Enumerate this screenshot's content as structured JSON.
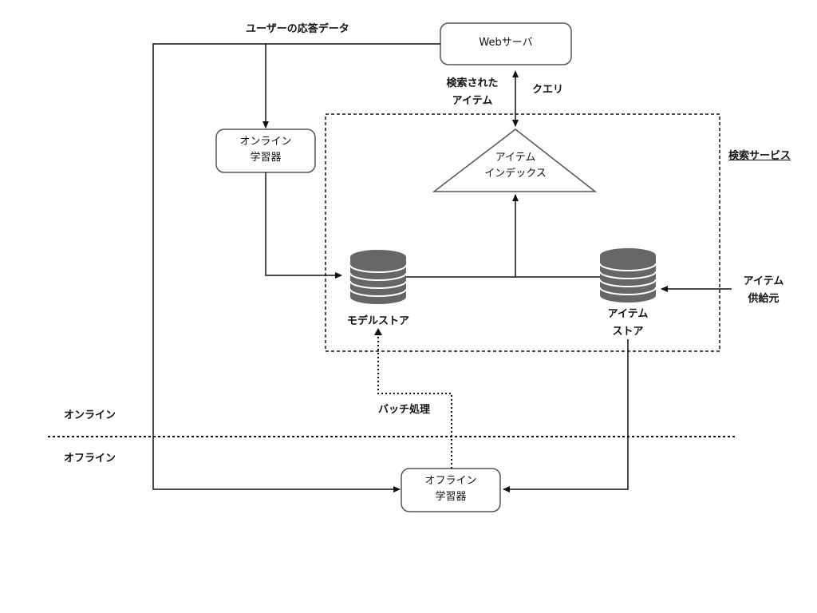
{
  "nodes": {
    "web_server": "Webサーバ",
    "online_learner": [
      "オンライン",
      "学習器"
    ],
    "item_index": [
      "アイテム",
      "インデックス"
    ],
    "model_store": "モデルストア",
    "item_store": [
      "アイテム",
      "ストア"
    ],
    "offline_learner": [
      "オフライン",
      "学習器"
    ]
  },
  "labels": {
    "user_response_data": "ユーザーの応答データ",
    "retrieved_items": [
      "検索された",
      "アイテム"
    ],
    "query": "クエリ",
    "search_service": "検索サービス",
    "item_supplier": [
      "アイテム",
      "供給元"
    ],
    "batch_processing": "バッチ処理",
    "online": "オンライン",
    "offline": "オフライン"
  }
}
